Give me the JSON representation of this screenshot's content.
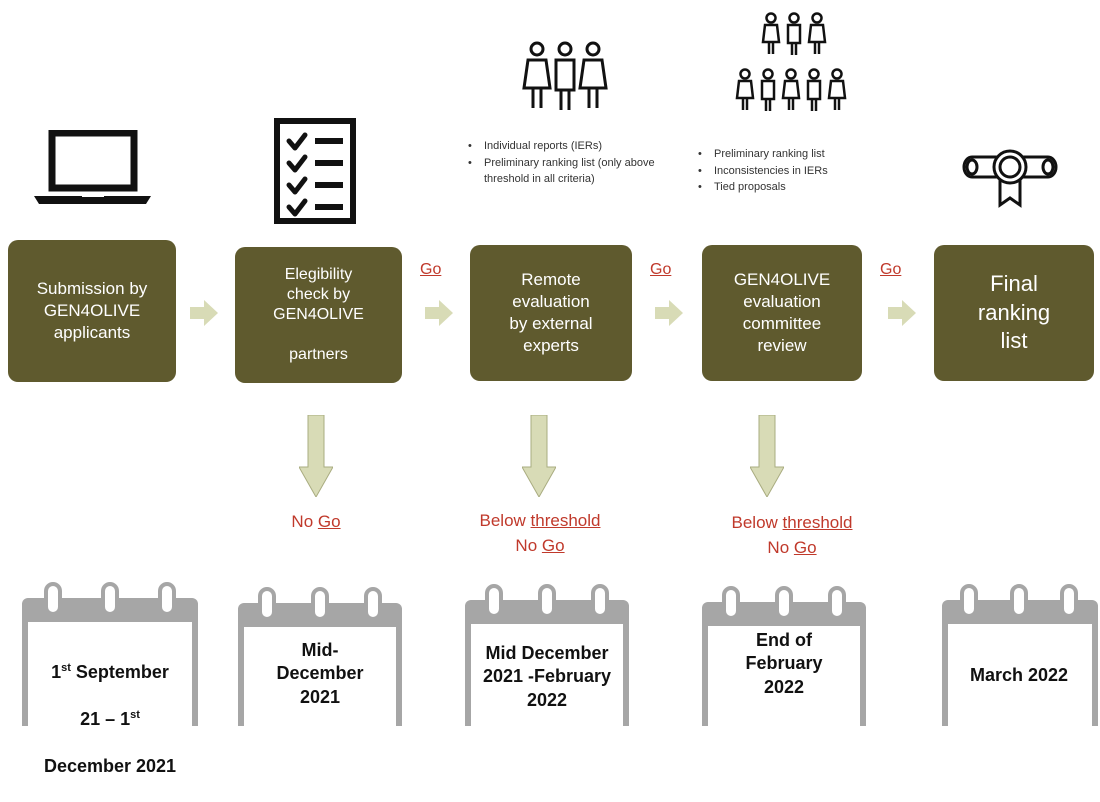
{
  "steps": [
    {
      "label": "Submission by\nGEN4OLIVE\napplicants"
    },
    {
      "label": "Elegibility\ncheck by\nGEN4OLIVE\n\npartners"
    },
    {
      "label": "Remote\nevaluation\nby external\nexperts"
    },
    {
      "label": "GEN4OLIVE\nevaluation\ncommittee\nreview"
    },
    {
      "label": "Final\nranking\nlist"
    }
  ],
  "go_labels": [
    "Go",
    "Go",
    "Go"
  ],
  "rejections": [
    {
      "line1": "",
      "no": "No ",
      "go": "Go"
    },
    {
      "line1_a": "Below ",
      "line1_b": "threshold",
      "no": "No ",
      "go": "Go"
    },
    {
      "line1_a": "Below ",
      "line1_b": "threshold",
      "no": "No ",
      "go": "Go"
    }
  ],
  "notes": {
    "remote": [
      "Individual reports (IERs)",
      "Preliminary ranking list (only above threshold in all criteria)"
    ],
    "committee": [
      "Preliminary ranking list",
      "Inconsistencies in IERs",
      "Tied proposals"
    ]
  },
  "dates": [
    {
      "main": "1",
      "sup": "st",
      "rest": " September",
      "line2a": "21 – 1",
      "line2sup": "st",
      "line3": "December 2021"
    },
    {
      "text": "Mid-\nDecember\n2021"
    },
    {
      "text": "Mid December\n2021 -February\n2022"
    },
    {
      "text": "End of\nFebruary\n2022"
    },
    {
      "text": "March 2022"
    }
  ],
  "icons": [
    "laptop-icon",
    "checklist-icon",
    "experts-icon",
    "committee-icon",
    "certificate-icon",
    "calendar-icon",
    "arrow-right-icon",
    "arrow-down-icon"
  ],
  "colors": {
    "step_fill": "#5f5a2e",
    "arrow_fill": "#d8dbb6",
    "go_text": "#c0392b",
    "calendar_gray": "#a6a6a6"
  }
}
